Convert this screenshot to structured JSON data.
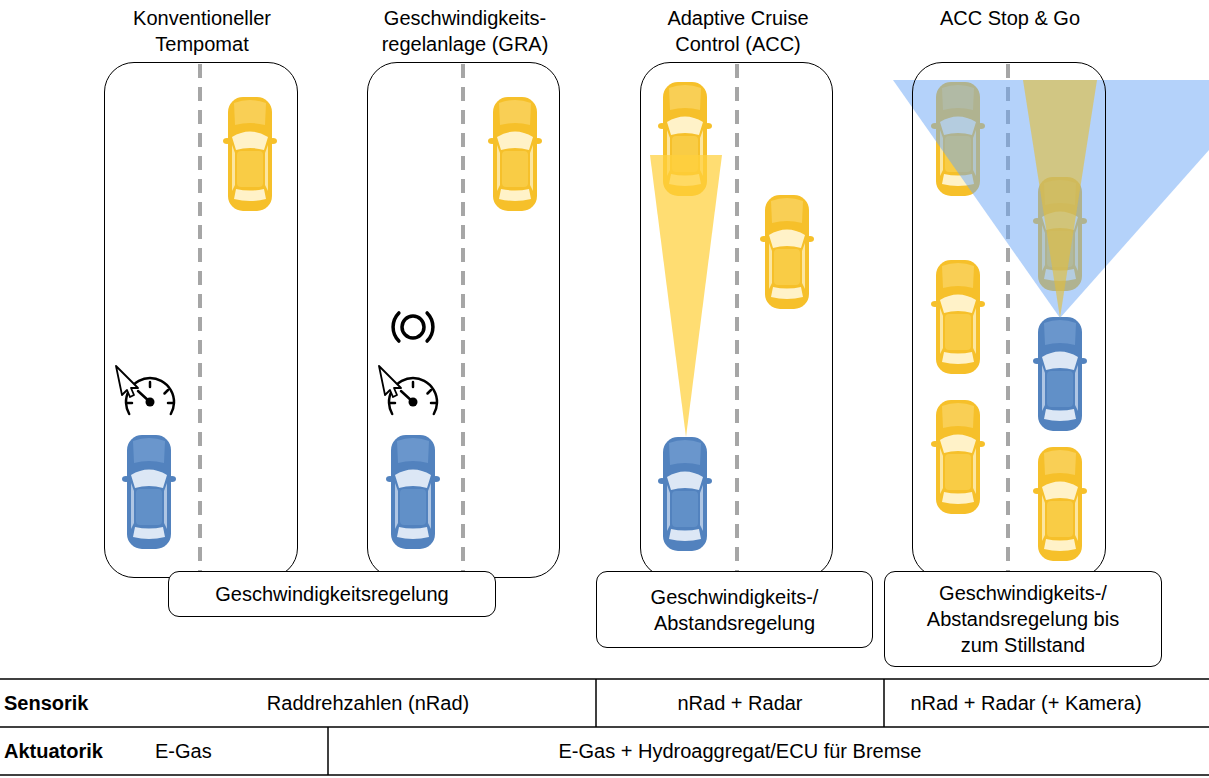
{
  "diagram": {
    "nodes": [
      {
        "text": [
          "Konventioneller Tempomat"
        ]
      },
      {
        "text": [
          "Geschwindigkeits- regelanlage (GRA)"
        ]
      },
      {
        "text": [
          "Adaptive Cruise Control (ACC)"
        ]
      },
      {
        "text": [
          "ACC Stop & Go"
        ]
      },
      {
        "text": [
          "Geschwindigkeitsregelung"
        ]
      },
      {
        "text": [
          "Geschwindigkeits-/ Abstandsregelung"
        ]
      },
      {
        "text": [
          "Geschwindigkeits-/ Abstandsregelung bis zum Stillstand"
        ]
      }
    ],
    "labels": [
      "Sensorik",
      "Raddrehzahlen (nRad)",
      "nRad + Radar",
      "nRad + Radar (+ Kamera)",
      "Aktuatorik",
      "E-Gas",
      "E-Gas + Hydroaggregat/ECU für Bremse"
    ]
  }
}
